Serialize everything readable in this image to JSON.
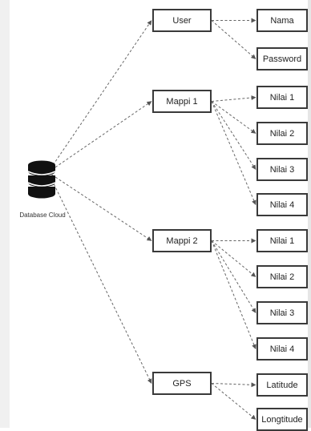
{
  "database": {
    "label": "Database Cloud",
    "icon": "database-icon"
  },
  "categories": [
    {
      "id": "user",
      "label": "User",
      "children": [
        "Nama",
        "Password"
      ]
    },
    {
      "id": "mappi-1",
      "label": "Mappi 1",
      "children": [
        "Nilai 1",
        "Nilai 2",
        "Nilai 3",
        "Nilai 4"
      ]
    },
    {
      "id": "mappi-2",
      "label": "Mappi 2",
      "children": [
        "Nilai 1",
        "Nilai 2",
        "Nilai 3",
        "Nilai 4"
      ]
    },
    {
      "id": "gps",
      "label": "GPS",
      "children": [
        "Latitude",
        "Longtitude"
      ]
    }
  ],
  "colors": {
    "line": "#666666",
    "border": "#3a3a3a",
    "icon": "#111111"
  }
}
